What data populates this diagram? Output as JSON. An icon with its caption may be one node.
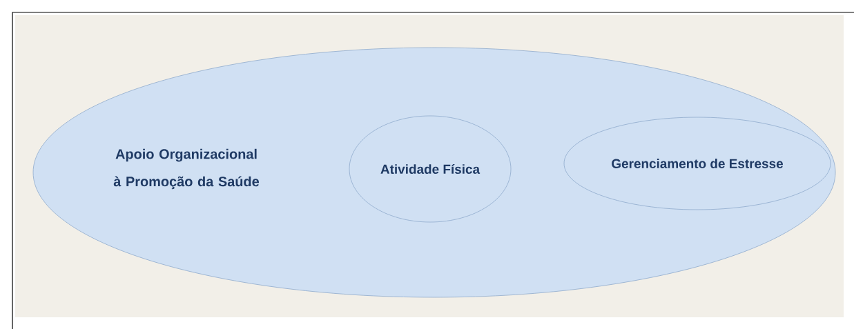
{
  "diagram": {
    "nodes": [
      {
        "text": [
          "Apoio Organizacional à Promoção da Saúde"
        ]
      },
      {
        "text": [
          "Atividade Física"
        ],
        "in": 0
      },
      {
        "text": [
          "Gerenciamento de Estresse"
        ],
        "in": 0
      }
    ],
    "edges": []
  }
}
